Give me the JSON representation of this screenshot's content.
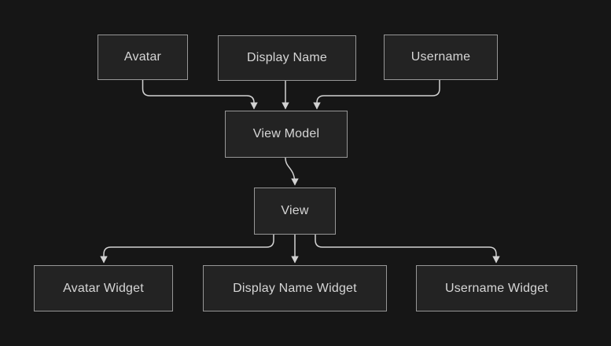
{
  "diagram": {
    "colors": {
      "background": "#161616",
      "node_fill": "#232323",
      "node_border": "#979797",
      "node_text": "#d6d6d6",
      "edge": "#d2d2d2"
    },
    "nodes": [
      {
        "id": "avatar",
        "label": "Avatar"
      },
      {
        "id": "display-name",
        "label": "Display Name"
      },
      {
        "id": "username",
        "label": "Username"
      },
      {
        "id": "view-model",
        "label": "View Model"
      },
      {
        "id": "view",
        "label": "View"
      },
      {
        "id": "avatar-widget",
        "label": "Avatar Widget"
      },
      {
        "id": "display-name-widget",
        "label": "Display Name Widget"
      },
      {
        "id": "username-widget",
        "label": "Username Widget"
      }
    ],
    "edges": [
      {
        "from": "Avatar",
        "to": "View Model"
      },
      {
        "from": "Display Name",
        "to": "View Model"
      },
      {
        "from": "Username",
        "to": "View Model"
      },
      {
        "from": "View Model",
        "to": "View"
      },
      {
        "from": "View",
        "to": "Avatar Widget"
      },
      {
        "from": "View",
        "to": "Display Name Widget"
      },
      {
        "from": "View",
        "to": "Username Widget"
      }
    ]
  }
}
